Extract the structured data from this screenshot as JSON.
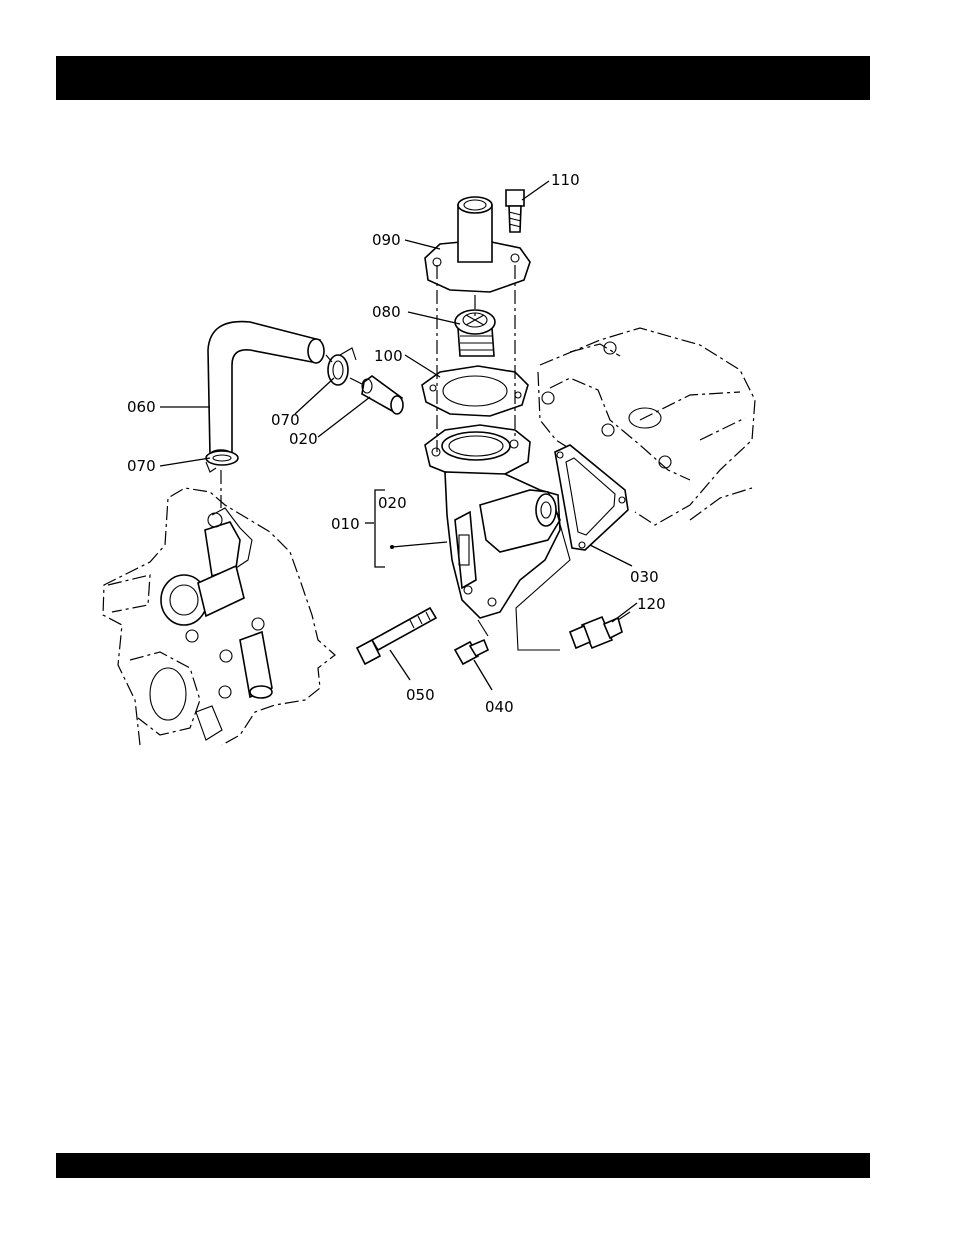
{
  "diagram": {
    "callouts": [
      {
        "id": "110",
        "text": "110"
      },
      {
        "id": "090",
        "text": "090"
      },
      {
        "id": "080",
        "text": "080"
      },
      {
        "id": "100",
        "text": "100"
      },
      {
        "id": "060",
        "text": "060"
      },
      {
        "id": "070a",
        "text": "070"
      },
      {
        "id": "020a",
        "text": "020"
      },
      {
        "id": "070b",
        "text": "070"
      },
      {
        "id": "020b",
        "text": "020"
      },
      {
        "id": "010",
        "text": "010"
      },
      {
        "id": "030",
        "text": "030"
      },
      {
        "id": "120",
        "text": "120"
      },
      {
        "id": "050",
        "text": "050"
      },
      {
        "id": "040",
        "text": "040"
      }
    ]
  }
}
